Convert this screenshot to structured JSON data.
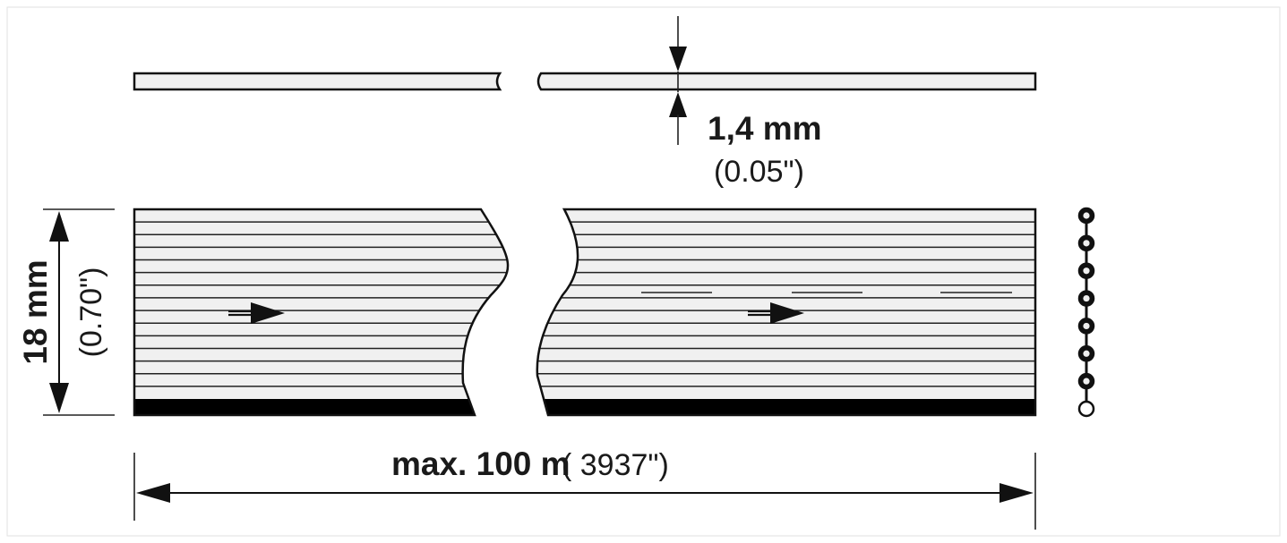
{
  "thickness": {
    "value_label": "1,4 mm",
    "imperial_label": "(0.05\")"
  },
  "width": {
    "value_label": "18 mm",
    "imperial_label": "(0.70\")"
  },
  "length": {
    "value_label": "max. 100 m",
    "imperial_label": "( 3937\")"
  },
  "cable": {
    "conductor_count": 8,
    "stripe_count": 15,
    "fill_color": "#f0f0f0",
    "stripe_color": "#222222",
    "marker_stripe_color": "#000000",
    "direction_arrow_count": 2
  }
}
